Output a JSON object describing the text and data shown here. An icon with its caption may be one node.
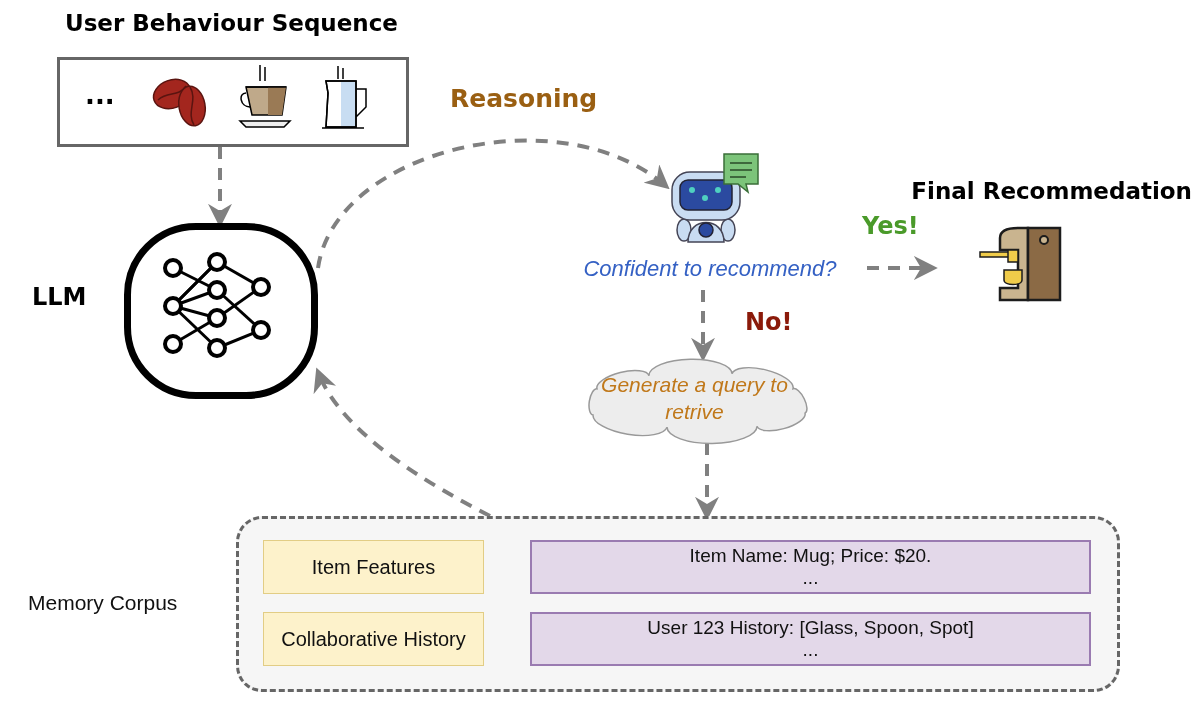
{
  "diagram": {
    "nodes": [
      {
        "text": [
          "User Behaviour Sequence",
          "..."
        ]
      },
      {
        "text": [
          "LLM"
        ]
      },
      {
        "text": [],
        "shape": "picture"
      },
      {
        "text": [
          "Confident to recommend?"
        ]
      },
      {
        "text": [
          "Final Recommedation"
        ]
      },
      {
        "text": [
          "Generate a query to retrive"
        ]
      },
      {
        "text": [
          "Memory Corpus"
        ]
      },
      {
        "text": [
          "Item Features"
        ],
        "in": 6
      },
      {
        "text": [
          "Item Name: Mug; Price: $20.",
          "..."
        ],
        "in": 6
      },
      {
        "text": [
          "Collaborative History"
        ],
        "in": 6
      },
      {
        "text": [
          "User 123 History: [Glass, Spoon, Spot]",
          "..."
        ],
        "in": 6
      }
    ],
    "edges": [
      {
        "from": 0,
        "to": 1,
        "arrow": "to",
        "style": "dashed"
      },
      {
        "from": 1,
        "to": 2,
        "arrow": "to",
        "style": "dashed",
        "label": "Reasoning"
      },
      {
        "from": 3,
        "to": 4,
        "arrow": "to",
        "style": "dashed",
        "label": "Yes!"
      },
      {
        "from": 3,
        "to": 5,
        "arrow": "to",
        "style": "dashed",
        "label": "No!"
      },
      {
        "from": 5,
        "to": 6,
        "arrow": "to",
        "style": "dashed"
      },
      {
        "from": 6,
        "to": 1,
        "arrow": "to",
        "style": "dashed"
      }
    ]
  }
}
